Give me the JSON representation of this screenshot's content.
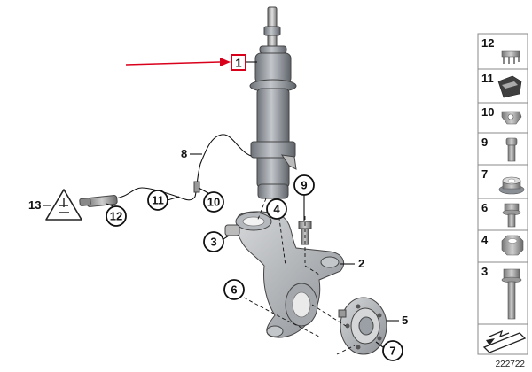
{
  "callouts": {
    "c1": "1",
    "c2": "2",
    "c3": "3",
    "c4": "4",
    "c5": "5",
    "c6": "6",
    "c7": "7",
    "c8": "8",
    "c9": "9",
    "c10": "10",
    "c11": "11",
    "c12": "12",
    "c13": "13"
  },
  "parts_rail": [
    {
      "number": "12",
      "icon": "clip-bracket-icon"
    },
    {
      "number": "11",
      "icon": "connector-holder-icon"
    },
    {
      "number": "10",
      "icon": "cable-clip-icon"
    },
    {
      "number": "9",
      "icon": "bolt-short-icon"
    },
    {
      "number": "7",
      "icon": "collar-nut-icon"
    },
    {
      "number": "6",
      "icon": "hex-bolt-flange-icon"
    },
    {
      "number": "4",
      "icon": "hex-nut-icon"
    },
    {
      "number": "3",
      "icon": "long-hex-bolt-icon"
    }
  ],
  "diagram_id": "222722",
  "colors": {
    "highlight": "#d9001b",
    "arrow": "#d9001b",
    "metal": "#8a8f96"
  }
}
